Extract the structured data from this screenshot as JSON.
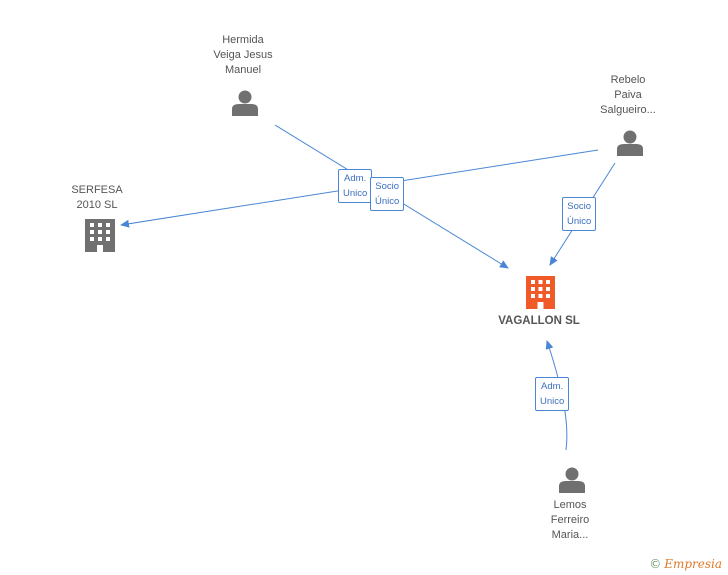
{
  "nodes": {
    "hermida": {
      "label": [
        "Hermida",
        "Veiga Jesus",
        "Manuel"
      ],
      "icon": "person-icon"
    },
    "rebelo": {
      "label": [
        "Rebelo",
        "Paiva",
        "Salgueiro..."
      ],
      "icon": "person-icon"
    },
    "serfesa": {
      "label": [
        "SERFESA",
        "2010 SL"
      ],
      "icon": "building-icon"
    },
    "vagallon": {
      "label": [
        "VAGALLON SL"
      ],
      "icon": "building-icon"
    },
    "lemos": {
      "label": [
        "Lemos",
        "Ferreiro",
        "Maria..."
      ],
      "icon": "person-icon"
    }
  },
  "edges": {
    "e1": {
      "label": [
        "Adm.",
        "Unico"
      ]
    },
    "e2": {
      "label": [
        "Socio",
        "Único"
      ]
    },
    "e3": {
      "label": [
        "Socio",
        "Único"
      ]
    },
    "e4": {
      "label": [
        "Adm.",
        "Unico"
      ]
    }
  },
  "colors": {
    "edge": "#4a86d6",
    "person": "#707070",
    "company": "#707070",
    "main_company": "#f05a28"
  },
  "watermark": {
    "copyright": "©",
    "brand": "Empresia"
  }
}
